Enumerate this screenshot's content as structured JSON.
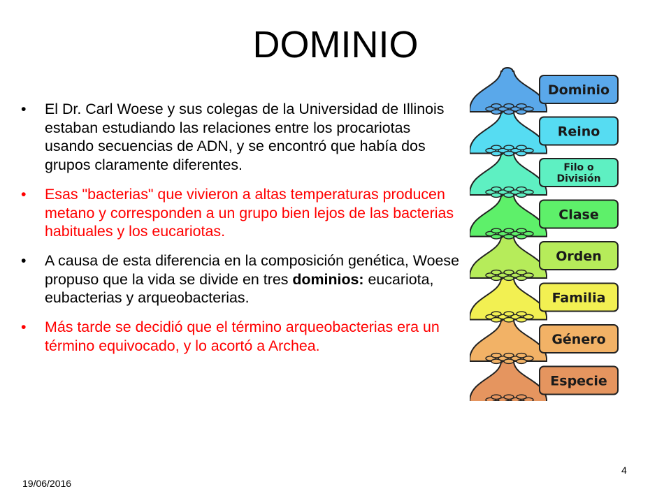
{
  "title": "DOMINIO",
  "bullets": [
    {
      "bullet": "•",
      "text": "El Dr. Carl Woese y sus colegas de la Universidad de Illinois estaban estudiando las relaciones entre los procariotas usando secuencias de ADN, y se encontró que había dos grupos claramente diferentes.",
      "color": "#000000"
    },
    {
      "bullet": "•",
      "text": "Esas \"bacterias\" que vivieron a altas temperaturas producen metano  y corresponden a un grupo bien lejos de las bacterias habituales y los eucariotas.",
      "color": "#ff0000"
    },
    {
      "bullet": "•",
      "text_before": "A causa de esta diferencia en la composición genética, Woese propuso que la vida se divide en tres ",
      "text_bold": "dominios:",
      "text_after": " eucariota, eubacterias y arqueobacterias.",
      "color": "#000000"
    },
    {
      "bullet": "•",
      "text": "Más tarde se decidió que el término arqueobacterias era un término equivocado, y lo acortó a Archea.",
      "color": "#ff0000"
    }
  ],
  "taxonomy": {
    "levels": [
      {
        "label": "Dominio",
        "color": "#5aa8ea"
      },
      {
        "label": "Reino",
        "color": "#56dcf2"
      },
      {
        "label_line1": "Filo o",
        "label_line2": "División",
        "color": "#5ef0c2"
      },
      {
        "label": "Clase",
        "color": "#5ef06a"
      },
      {
        "label": "Orden",
        "color": "#b6ec5a"
      },
      {
        "label": "Familia",
        "color": "#f2f052"
      },
      {
        "label": "Género",
        "color": "#f2b266"
      },
      {
        "label": "Especie",
        "color": "#e5955f"
      }
    ]
  },
  "footer": {
    "date": "19/06/2016",
    "page": "4"
  }
}
